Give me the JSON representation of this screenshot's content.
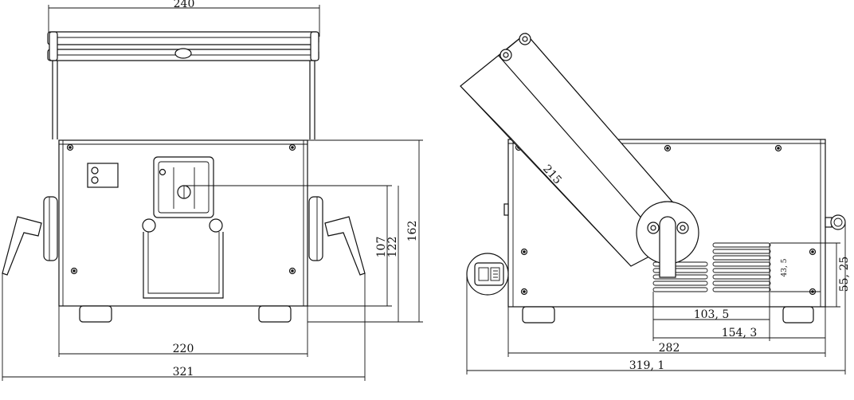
{
  "front_view": {
    "dims": {
      "top_width": "240",
      "body_width": "220",
      "overall_width": "321",
      "height_107": "107",
      "height_122": "122",
      "height_162": "162"
    }
  },
  "side_view": {
    "dims": {
      "arm_length": "215",
      "d_103_5": "103, 5",
      "d_154_3": "154, 3",
      "d_282": "282",
      "d_319_1": "319, 1",
      "d_55_25": "55, 25",
      "d_43_5": "43, 5"
    }
  }
}
